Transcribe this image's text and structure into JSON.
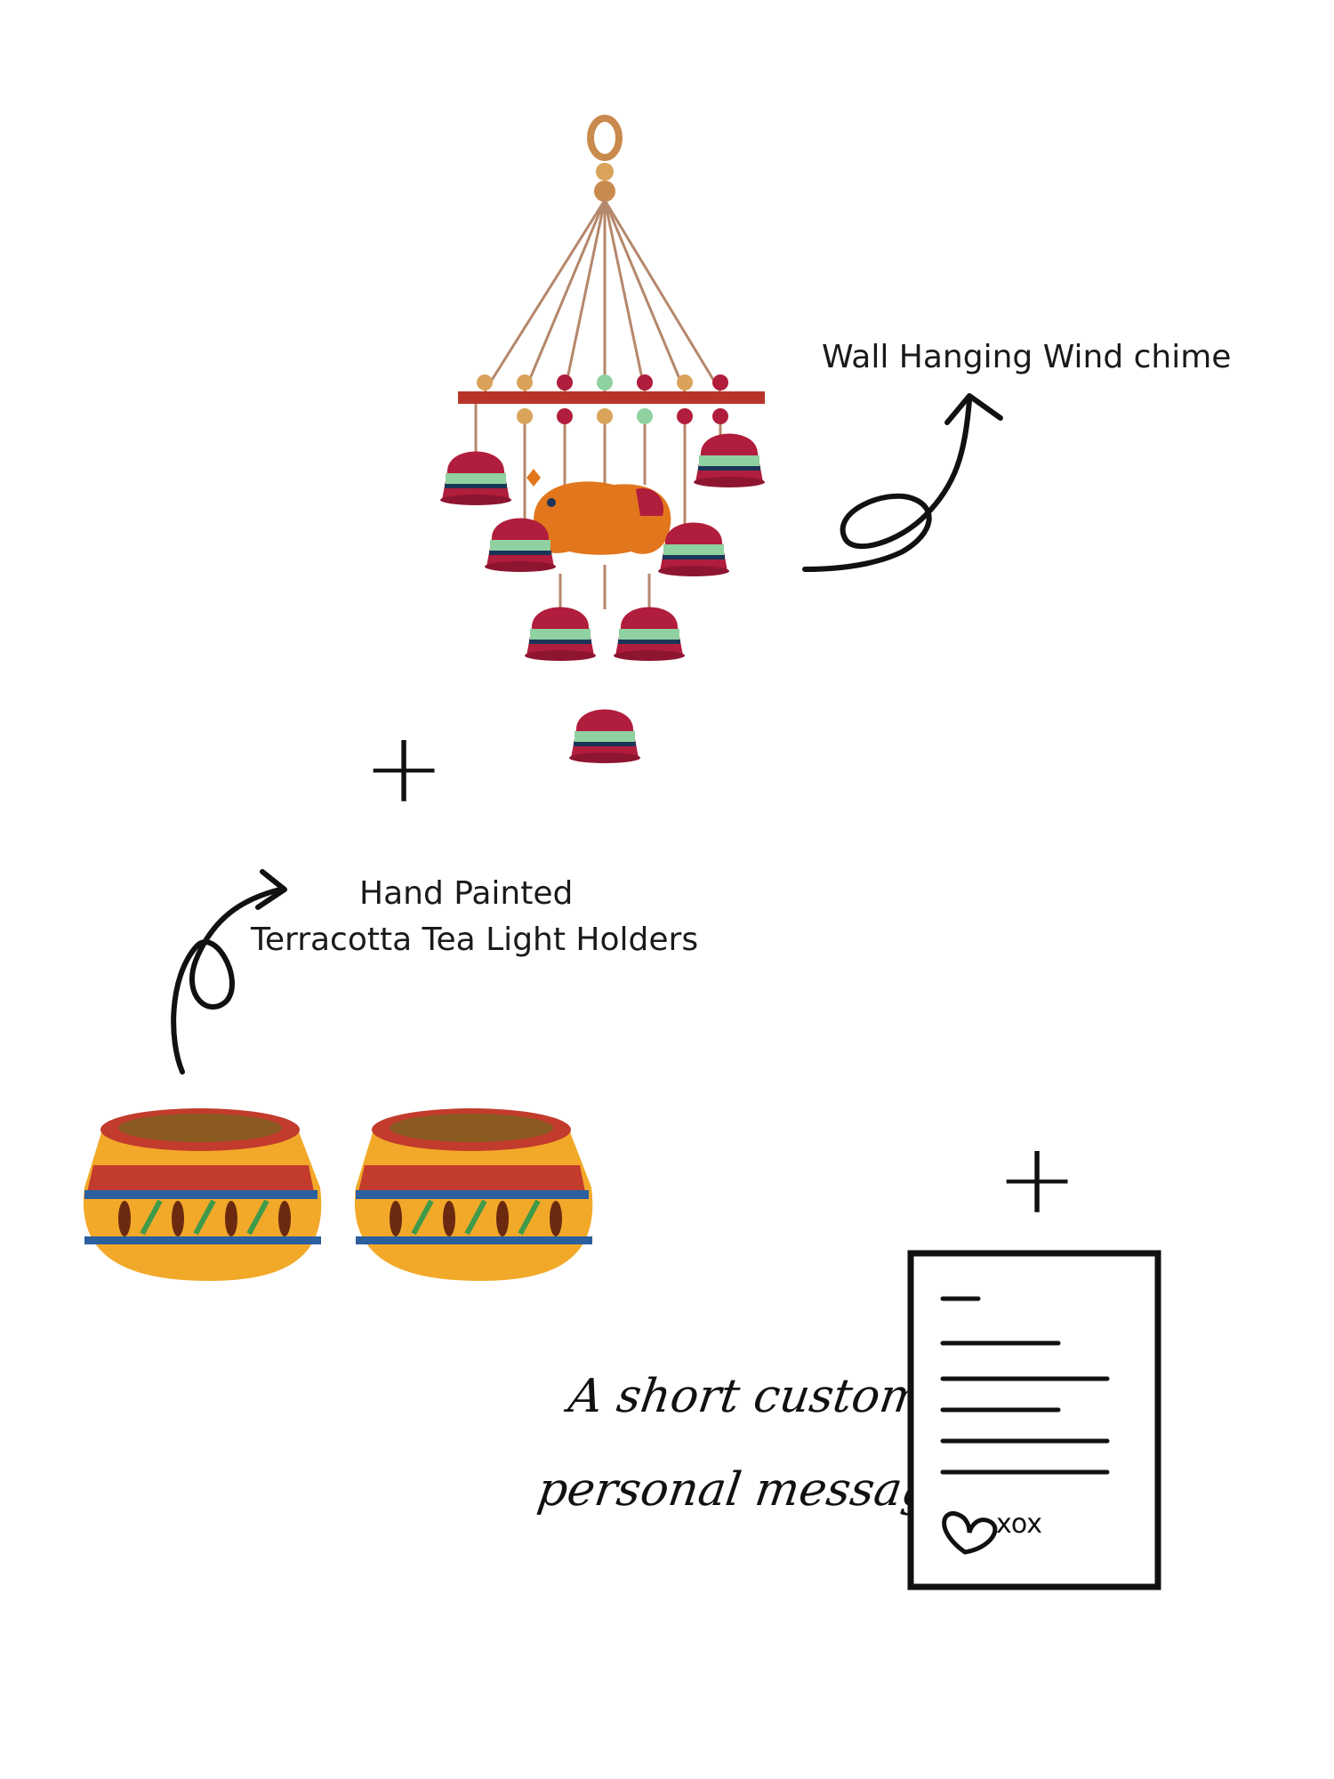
{
  "products": {
    "wind_chime": {
      "label": "Wall Hanging Wind chime",
      "colors": {
        "bar": "#b8342a",
        "bell": "#b11d3c",
        "band": "#8fd1a0",
        "stripe": "#1b3559",
        "elephant": "#e2761d",
        "bead": "#d9a35b",
        "string": "#b5876b"
      }
    },
    "tea_lights": {
      "label_line1": "Hand Painted",
      "label_line2": "Terracotta Tea Light Holders",
      "colors": {
        "body": "#f2a92a",
        "rim": "#c23b2c",
        "band": "#2b5f9e",
        "stripe": "#3f9a4a"
      }
    },
    "message": {
      "line1": "A short custom",
      "line2": "personal message",
      "card_signoff": "xox"
    }
  },
  "connectors": {
    "plus": "+"
  }
}
